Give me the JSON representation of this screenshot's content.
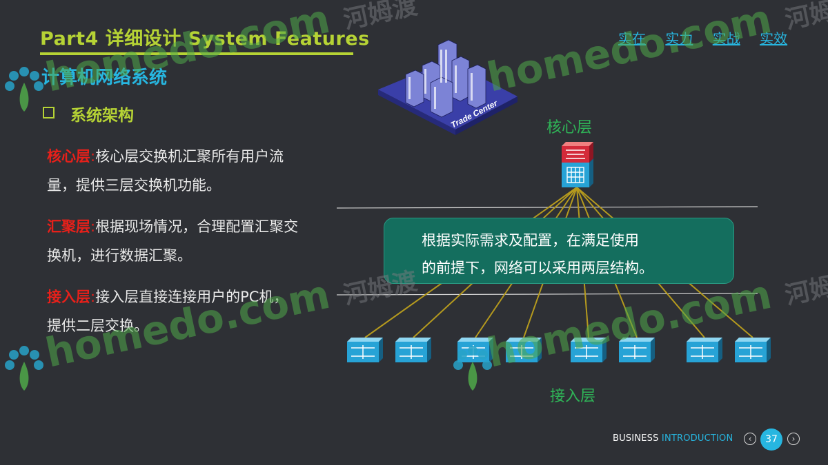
{
  "header": {
    "title": "Part4 详细设计 System Features",
    "slogan": [
      "实在",
      "实力",
      "实战",
      "实效"
    ],
    "subtitle": "计算机网络系统"
  },
  "section": {
    "bullet_label": "系统架构"
  },
  "paragraphs": [
    {
      "term": "核心层",
      "sep": ":",
      "text": "核心层交换机汇聚所有用户流量，提供三层交换机功能。"
    },
    {
      "term": "汇聚层",
      "sep": ":",
      "text": "根据现场情况，合理配置汇聚交换机，进行数据汇聚。"
    },
    {
      "term": "接入层",
      "sep": ":",
      "text": "接入层直接连接用户的PC机，提供二层交换。"
    }
  ],
  "diagram": {
    "building_label": "Trade Center",
    "core_label": "核心层",
    "access_label": "接入层",
    "note_lines": [
      "根据实际需求及配置，在满足使用",
      "的前提下，网络可以采用两层结构。"
    ],
    "access_switch_count": 8,
    "colors": {
      "link": "#b59a1e",
      "rule": "#d0d0d0",
      "switch": "#27a3d6",
      "core_top": "#d42a3a"
    }
  },
  "footer": {
    "business": "BUSINESS",
    "introduction": "INTRODUCTION",
    "page_number": "37",
    "prev_icon": "‹",
    "next_icon": "›"
  },
  "watermark": {
    "brand": "homedo.com",
    "chinese": "河姆渡"
  }
}
